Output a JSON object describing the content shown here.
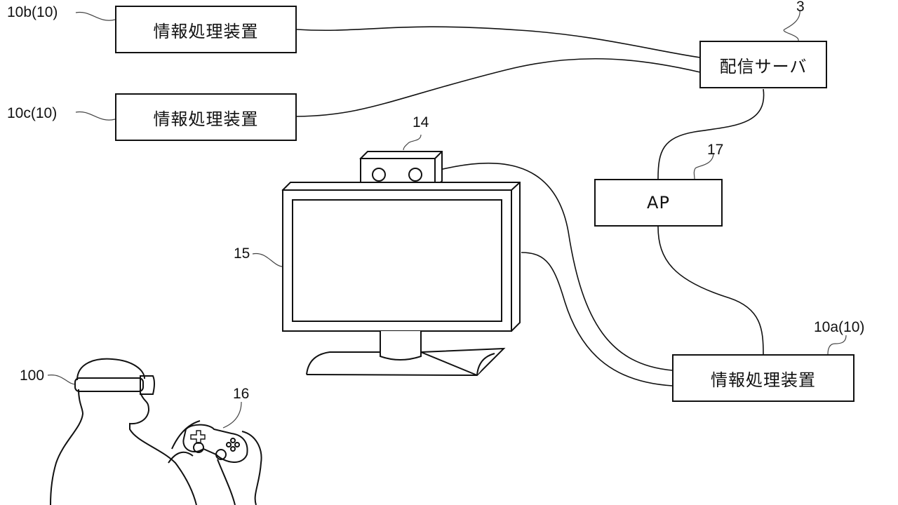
{
  "figure": {
    "type": "system-configuration-diagram",
    "nodes": {
      "device_10b": {
        "text": "情報処理装置",
        "ref": "10b(10)"
      },
      "device_10c": {
        "text": "情報処理装置",
        "ref": "10c(10)"
      },
      "device_10a": {
        "text": "情報処理装置",
        "ref": "10a(10)"
      },
      "server": {
        "text": "配信サーバ",
        "ref": "3"
      },
      "access_point": {
        "text": "AP",
        "ref": "17"
      },
      "camera": {
        "ref": "14"
      },
      "display": {
        "ref": "15"
      },
      "hmd": {
        "ref": "100"
      },
      "controller": {
        "ref": "16"
      }
    },
    "connections": [
      {
        "from": "10b",
        "to": "3"
      },
      {
        "from": "10c",
        "to": "3"
      },
      {
        "from": "3",
        "to": "17"
      },
      {
        "from": "17",
        "to": "10a"
      },
      {
        "from": "14",
        "to": "10a"
      },
      {
        "from": "15",
        "to": "10a"
      }
    ]
  }
}
